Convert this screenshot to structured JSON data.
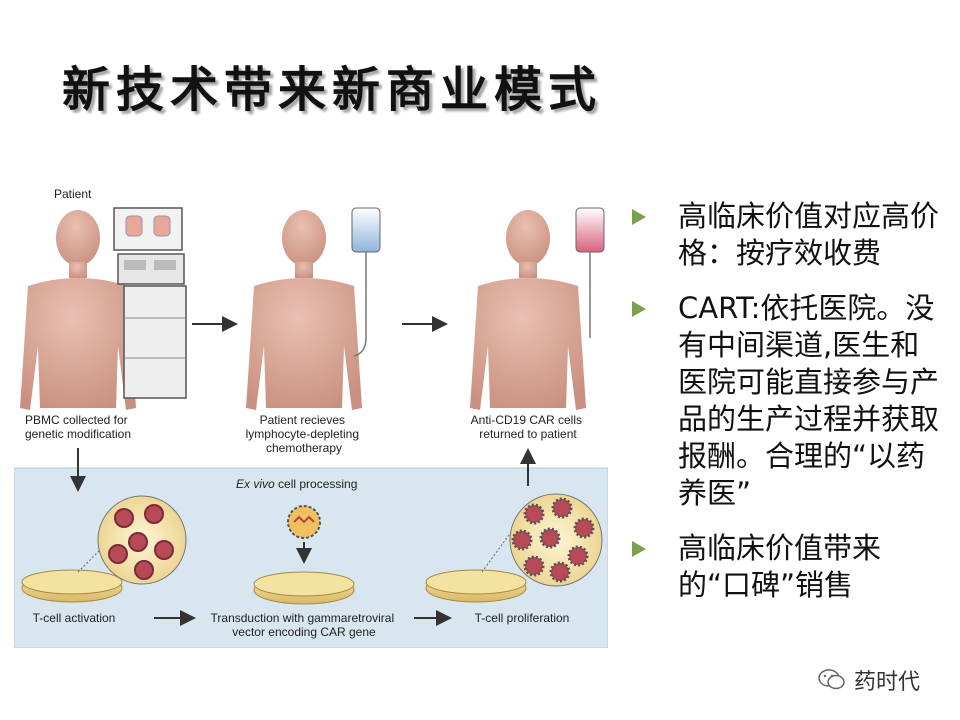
{
  "slide": {
    "title": "新技术带来新商业模式"
  },
  "figure": {
    "labels": {
      "patient": "Patient",
      "pbmc": [
        "PBMC collected for",
        "genetic modification"
      ],
      "depleting": [
        "Patient recieves",
        "lymphocyte-depleting",
        "chemotherapy"
      ],
      "returned": [
        "Anti-CD19 CAR cells",
        "returned to patient"
      ],
      "ex_vivo_italic": "Ex vivo",
      "ex_vivo_rest": " cell processing",
      "activation": "T-cell activation",
      "transduction": [
        "Transduction with gammaretroviral",
        "vector encoding CAR gene"
      ],
      "proliferation": "T-cell proliferation"
    }
  },
  "bullets": [
    {
      "text": "高临床价值对应高价格：按疗效收费"
    },
    {
      "text": "CART:依托医院。没有中间渠道,医生和医院可能直接参与产品的生产过程并获取报酬。合理的“以药养医”"
    },
    {
      "text": "高临床价值带来的“口碑”销售"
    }
  ],
  "watermark": {
    "text": "药时代"
  },
  "colors": {
    "bullet_arrow": "#7aa14a",
    "figure_panel": "#d7e6ef",
    "skin": "#dcaa9b"
  }
}
